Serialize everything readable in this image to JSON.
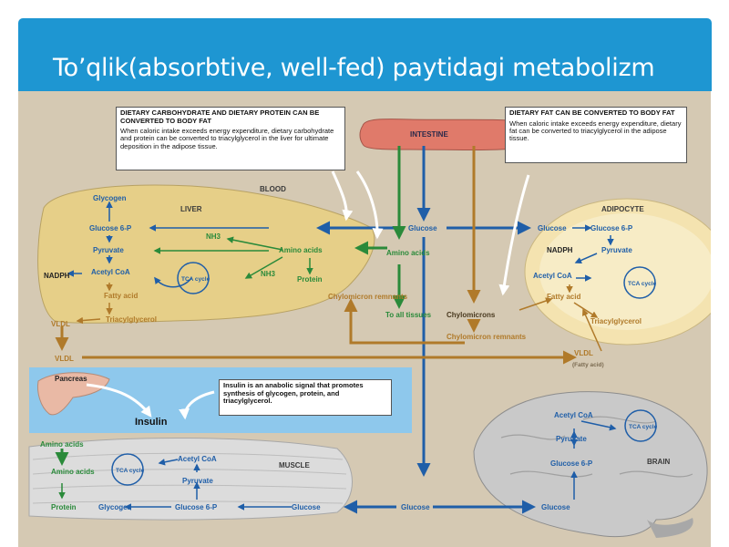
{
  "slide": {
    "title": "To’qlik(absorbtive, well-fed) paytidagi metabolizm"
  },
  "callouts": {
    "carb": {
      "heading": "DIETARY CARBOHYDRATE AND DIETARY PROTEIN CAN BE CONVERTED TO BODY FAT",
      "body": "When caloric intake exceeds energy expenditure, dietary carbohydrate and protein can be converted to triacylglycerol in the liver for ultimate deposition in the adipose tissue."
    },
    "fat": {
      "heading": "DIETARY FAT CAN BE CONVERTED TO BODY FAT",
      "body": "When caloric intake exceeds energy expenditure, dietary fat can be converted to triacylglycerol in the adipose tissue."
    },
    "insulin": {
      "text": "Insulin is an anabolic signal that promotes synthesis of glycogen, protein, and triacylglycerol."
    }
  },
  "organs": {
    "intestine": "INTESTINE",
    "blood": "BLOOD",
    "liver": "LIVER",
    "adipocyte": "ADIPOCYTE",
    "muscle": "MUSCLE",
    "brain": "BRAIN",
    "pancreas": "Pancreas",
    "insulin": "Insulin"
  },
  "liver": {
    "glycogen": "Glycogen",
    "glucose6p": "Glucose 6-P",
    "pyruvate": "Pyruvate",
    "acetylcoa": "Acetyl CoA",
    "tca": "TCA cycle",
    "nadph": "NADPH",
    "fattyacid": "Fatty acid",
    "tag": "Triacylglycerol",
    "aminoacids": "Amino acids",
    "nh3a": "NH3",
    "nh3b": "NH3",
    "protein": "Protein",
    "vldl": "VLDL"
  },
  "center": {
    "glucose": "Glucose",
    "aminoacids": "Amino acids",
    "toalltissues": "To all tissues",
    "chylomicron": "Chylomicrons",
    "chylomicronremnants": "Chylomicron remnants",
    "remnants": "Chylomicron remnants",
    "vldl": "VLDL"
  },
  "adipocyte": {
    "glucose": "Glucose",
    "glucose6p": "Glucose 6-P",
    "pyruvate": "Pyruvate",
    "nadph": "NADPH",
    "acetylcoa": "Acetyl CoA",
    "tca": "TCA cycle",
    "fattyacid": "Fatty acid",
    "tag": "Triacylglycerol",
    "vldl": "VLDL",
    "vldlsub": "(Fatty acid)"
  },
  "muscle": {
    "aminoacids": "Amino acids",
    "aminoacids2": "Amino acids",
    "protein": "Protein",
    "glycogen": "Glycogen",
    "glucose6p": "Glucose 6-P",
    "glucose": "Glucose",
    "pyruvate": "Pyruvate",
    "acetylcoa": "Acetyl CoA",
    "tca": "TCA cycle"
  },
  "brain": {
    "acetylcoa": "Acetyl CoA",
    "tca": "TCA cycle",
    "pyruvate": "Pyruvate",
    "glucose6p": "Glucose 6-P",
    "glucose": "Glucose"
  },
  "bottom": {
    "glucose": "Glucose"
  },
  "colors": {
    "header": "#1e96d2",
    "background": "#d5c9b3",
    "liver": "#e6cf88",
    "glucose": "#1f5ea8",
    "aminoacid": "#2a8a3a",
    "fat": "#b07a2a"
  }
}
